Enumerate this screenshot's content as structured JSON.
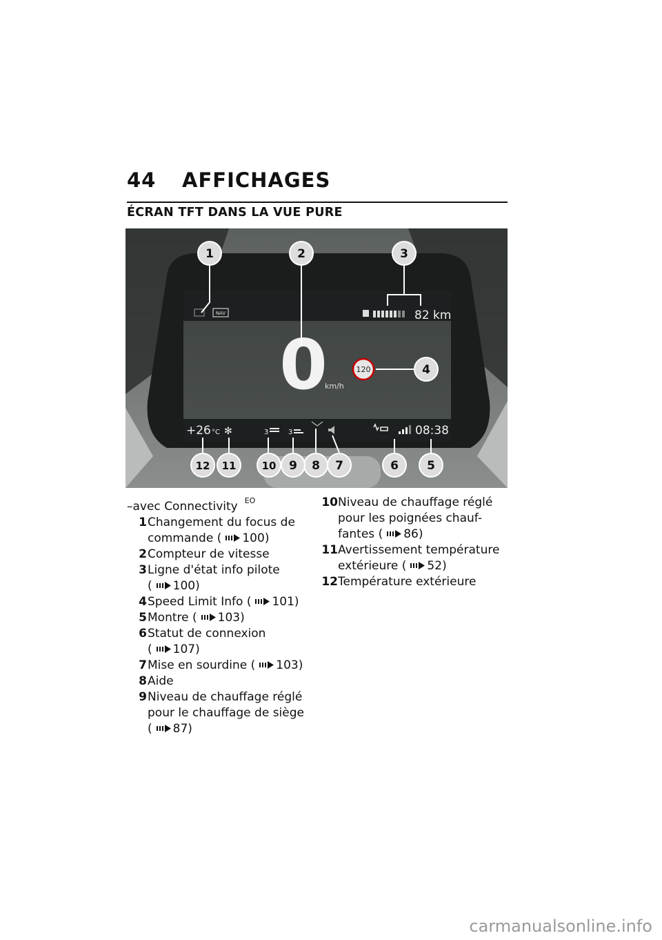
{
  "header": {
    "page_number": "44",
    "chapter": "AFFICHAGES"
  },
  "section": {
    "title": "ÉCRAN TFT DANS LA VUE PURE"
  },
  "figure": {
    "callouts": [
      "1",
      "2",
      "3",
      "4",
      "5",
      "6",
      "7",
      "8",
      "9",
      "10",
      "11",
      "12"
    ],
    "screen": {
      "nav_label": "NAV",
      "range": "82 km",
      "speed_limit": "120",
      "speed_digit": "0",
      "speed_unit": "km/h",
      "temperature": "+26",
      "temperature_unit": "°C",
      "grip_heat_level": "3",
      "seat_heat_level": "3",
      "clock": "08:38"
    }
  },
  "caption": {
    "text": "–avec Connectivity",
    "suffix": "EO"
  },
  "items": [
    {
      "n": "1",
      "text": "Changement du focus de commande",
      "ref": "100"
    },
    {
      "n": "2",
      "text": "Compteur de vitesse",
      "ref": ""
    },
    {
      "n": "3",
      "text": "Ligne d'état info pilote",
      "ref": "100"
    },
    {
      "n": "4",
      "text": "Speed Limit Info",
      "ref": "101"
    },
    {
      "n": "5",
      "text": "Montre",
      "ref": "103"
    },
    {
      "n": "6",
      "text": "Statut de connexion",
      "ref": "107"
    },
    {
      "n": "7",
      "text": "Mise en sourdine",
      "ref": "103"
    },
    {
      "n": "8",
      "text": "Aide",
      "ref": ""
    },
    {
      "n": "9",
      "text": "Niveau de chauffage réglé pour le chauffage de siège",
      "ref": "87"
    },
    {
      "n": "10",
      "text": "Niveau de chauffage réglé pour les poignées chauf-fantes",
      "ref": "86"
    },
    {
      "n": "11",
      "text": "Avertissement température extérieure",
      "ref": "52"
    },
    {
      "n": "12",
      "text": "Température extérieure",
      "ref": ""
    }
  ],
  "watermark": "carmanualsonline.info"
}
